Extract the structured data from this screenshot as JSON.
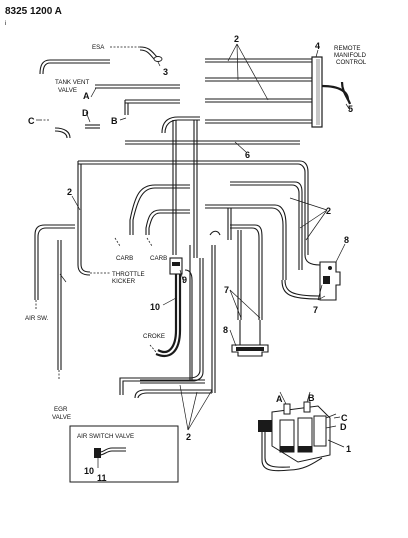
{
  "header": {
    "code": "8325 1200 A",
    "mark": "i"
  },
  "labels": {
    "esa": "ESA",
    "tank_vent_valve_l1": "TANK VENT",
    "tank_vent_valve_l2": "VALVE",
    "remote_manifold_l1": "REMOTE",
    "remote_manifold_l2": "MANIFOLD",
    "remote_manifold_l3": "CONTROL",
    "carb_left": "CARB",
    "carb_right": "CARB",
    "throttle_kicker_l1": "THROTTLE",
    "throttle_kicker_l2": "KICKER",
    "air_sw": "AIR SW.",
    "choke": "CROKE",
    "egr_valve_l1": "EGR",
    "egr_valve_l2": "VALVE",
    "air_switch_valve": "AIR SWITCH VALVE"
  },
  "letters": {
    "a_left": "A",
    "b_left": "B",
    "c_left": "C",
    "d_left": "D",
    "a_right": "A",
    "b_right": "B",
    "c_right": "C",
    "d_right": "D"
  },
  "callouts": {
    "n2_top": "2",
    "n3": "3",
    "n4": "4",
    "n5": "5",
    "n6": "6",
    "n2_left": "2",
    "n2_right": "2",
    "n8_right": "8",
    "n9": "9",
    "n10": "10",
    "n7_mid": "7",
    "n7_right": "7",
    "n8_bottom": "8",
    "n2_bottom": "2",
    "n10_inset": "10",
    "n11": "11",
    "n1": "1"
  }
}
